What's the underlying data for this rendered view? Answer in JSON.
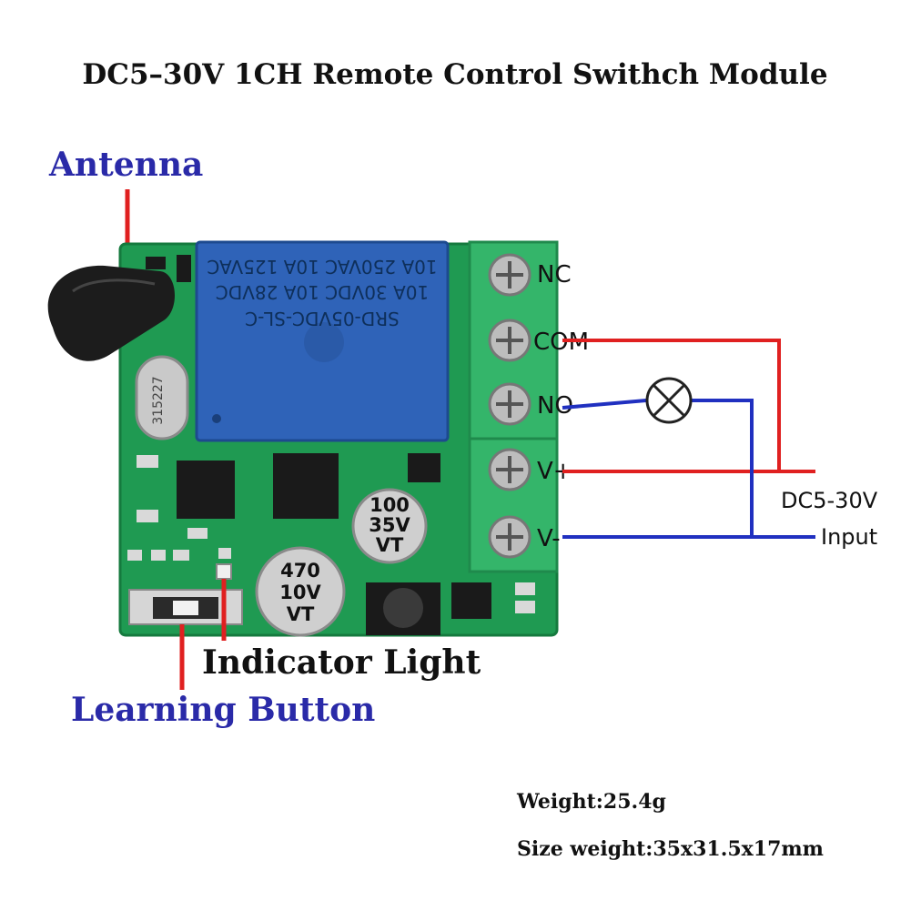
{
  "title": "DC5–30V 1CH Remote Control Swithch Module",
  "labels": {
    "antenna": "Antenna",
    "indicator_light": "Indicator Light",
    "learning_button": "Learning Button"
  },
  "relay": {
    "model": "SRD-05VDC-SL-C",
    "rating_1": "10A 30VDC  10A 28VDC",
    "rating_2": "10A 250VAC 10A 125VAC"
  },
  "crystal_marking": "315227",
  "capacitors": {
    "large": {
      "value": "470",
      "voltage": "10V",
      "code": "VT"
    },
    "small": {
      "value": "100",
      "voltage": "35V",
      "code": "VT"
    }
  },
  "terminals": [
    "NC",
    "COM",
    "NO",
    "V+",
    "V-"
  ],
  "power": {
    "voltage": "DC5-30V",
    "label": "Input"
  },
  "specs": {
    "weight": "Weight:25.4g",
    "size": "Size weight:35x31.5x17mm"
  },
  "colors": {
    "pcb": "#1f9a52",
    "relay": "#2f63b8",
    "terminal_block": "#34b56a",
    "wire_red": "#e02020",
    "wire_blue": "#2030c0",
    "label_blue": "#2a2aa8"
  }
}
